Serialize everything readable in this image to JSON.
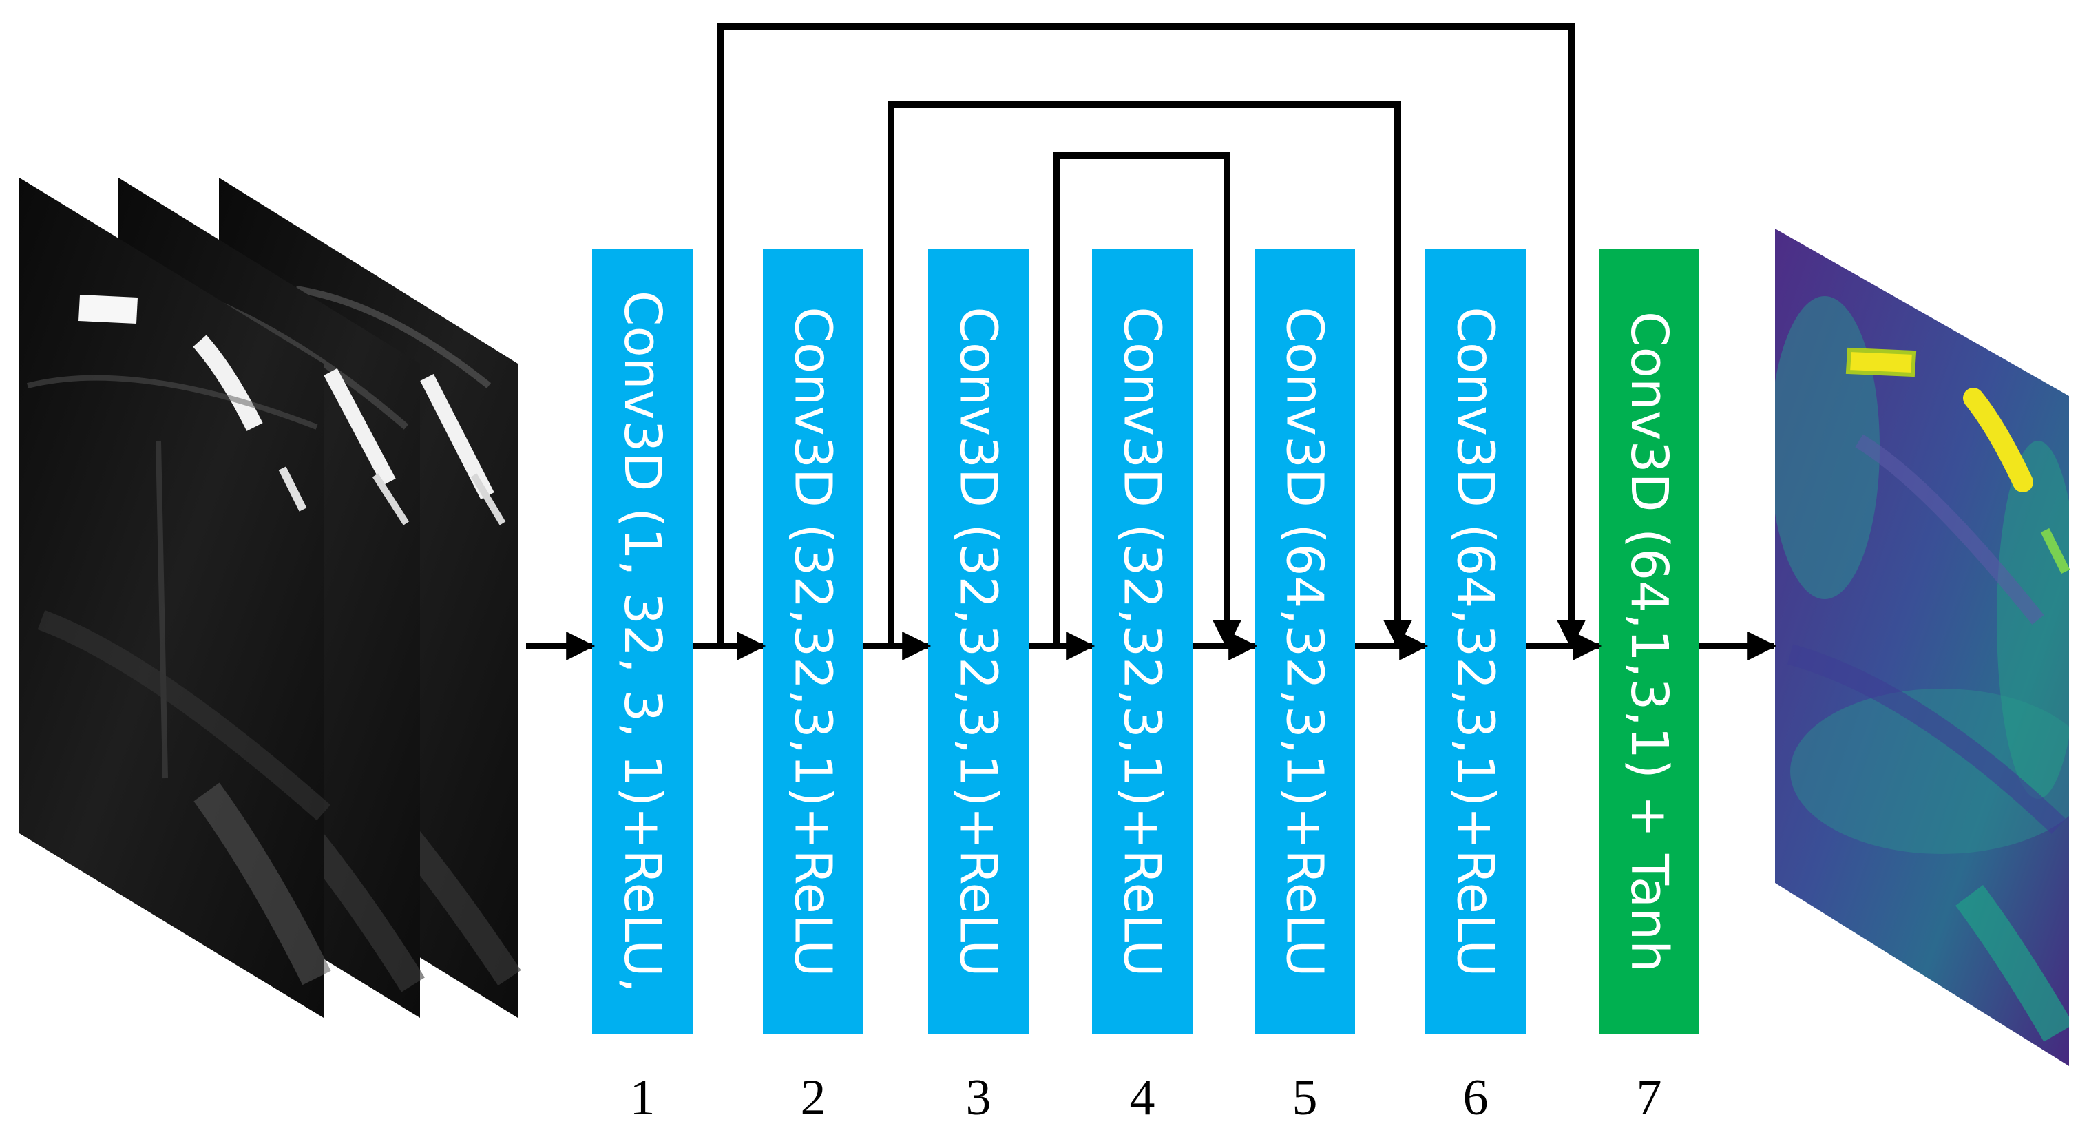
{
  "colors": {
    "block_relu": "#00B0F0",
    "block_tanh": "#00B050",
    "arrow": "#000000",
    "block_text": "#FFFFFF"
  },
  "input": {
    "frame_count": 3
  },
  "layers": [
    {
      "id": "1",
      "label": "Conv3D (1, 32, 3, 1)+ReLU,",
      "color": "block_relu"
    },
    {
      "id": "2",
      "label": "Conv3D (32,32,3,1)+ReLU",
      "color": "block_relu"
    },
    {
      "id": "3",
      "label": "Conv3D (32,32,3,1)+ReLU",
      "color": "block_relu"
    },
    {
      "id": "4",
      "label": "Conv3D (32,32,3,1)+ReLU",
      "color": "block_relu"
    },
    {
      "id": "5",
      "label": "Conv3D (64,32,3,1)+ReLU",
      "color": "block_relu"
    },
    {
      "id": "6",
      "label": "Conv3D (64,32,3,1)+ReLU",
      "color": "block_relu"
    },
    {
      "id": "7",
      "label": "Conv3D (64,1,3,1) + Tanh",
      "color": "block_tanh"
    }
  ],
  "skip_connections": [
    {
      "from": "1",
      "to": "7"
    },
    {
      "from": "2",
      "to": "6"
    },
    {
      "from": "3",
      "to": "5"
    }
  ],
  "output": {
    "colormap": "viridis"
  }
}
